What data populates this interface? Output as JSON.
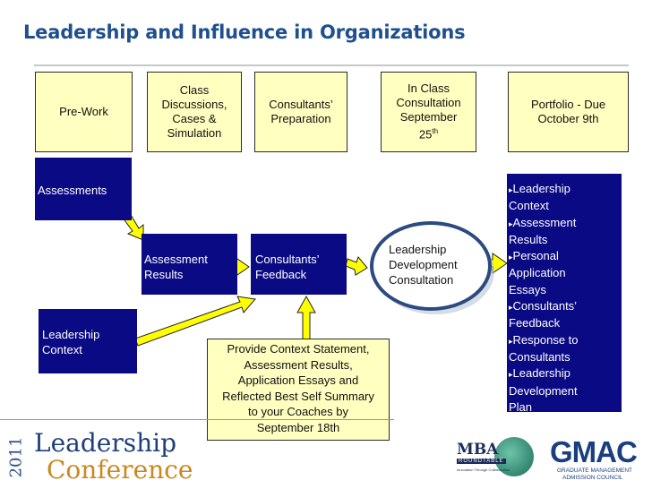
{
  "title": "Leadership and Influence in Organizations",
  "phases": [
    {
      "lines": [
        "Pre-Work"
      ]
    },
    {
      "lines": [
        "Class",
        "Discussions,",
        "Cases &",
        "Simulation"
      ]
    },
    {
      "lines": [
        "Consultants’",
        "Preparation"
      ]
    },
    {
      "lines": [
        "In Class",
        "Consultation",
        "September",
        "25th"
      ]
    },
    {
      "lines": [
        "Portfolio - Due",
        "October 9th"
      ]
    }
  ],
  "boxes": {
    "assessments": "Assessments",
    "assessment_results": [
      "Assessment",
      "Results"
    ],
    "consultants_feedback": [
      "Consultants’",
      "Feedback"
    ],
    "leadership_context": [
      "Leadership",
      "Context"
    ],
    "ldc": [
      "Leadership",
      "Development",
      "Consultation"
    ]
  },
  "portfolio_items": [
    {
      "marker": "▸",
      "lines": [
        "Leadership",
        "Context"
      ]
    },
    {
      "marker": "▸",
      "lines": [
        "Assessment",
        "Results"
      ]
    },
    {
      "marker": "▸",
      "lines": [
        "Personal",
        "Application",
        "Essays"
      ]
    },
    {
      "marker": "▸",
      "lines": [
        "Consultants’",
        "Feedback"
      ]
    },
    {
      "marker": "▸",
      "lines": [
        "Response to",
        "Consultants"
      ]
    },
    {
      "marker": "▸",
      "lines": [
        "Leadership",
        "Development",
        "Plan"
      ]
    }
  ],
  "note_lines": [
    "Provide Context Statement,",
    "Assessment Results,",
    "Application Essays and",
    "Reflected Best Self Summary",
    "to your Coaches by",
    "September 18th"
  ],
  "footer": {
    "year": "2011",
    "conf_line1": "Leadership",
    "conf_line2": "Conference",
    "mba_text": "MBA",
    "mba_sub": "ROUNDTABLE",
    "mba_tag": "Innovation Through Collaboration",
    "gmac": "GMAC",
    "gmac_sub1": "GRADUATE MANAGEMENT",
    "gmac_sub2": "ADMISSION COUNCIL"
  },
  "colors": {
    "title": "#1f4f8f",
    "yellow_box": "#ffffc0",
    "navy_box": "#0a0a84",
    "arrow_yellow": "#ffff00",
    "timeline": "#c8c8c8"
  }
}
